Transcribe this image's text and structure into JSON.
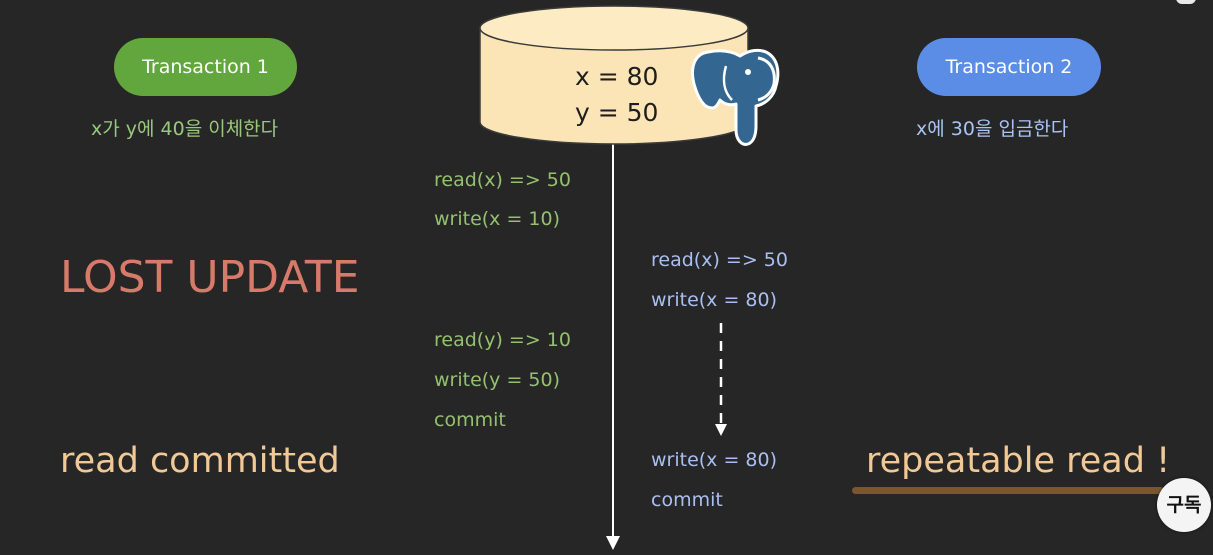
{
  "transaction1": {
    "label": "Transaction 1",
    "description": "x가 y에 40을 이체한다"
  },
  "transaction2": {
    "label": "Transaction 2",
    "description": "x에 30을 입금한다"
  },
  "database": {
    "x_line": "x = 80",
    "y_line": "y = 50",
    "logo_icon": "postgresql-elephant-icon"
  },
  "transaction1_ops": [
    "read(x) => 50",
    "write(x = 10)",
    "read(y) => 10",
    "write(y = 50)",
    "commit"
  ],
  "transaction2_ops": [
    "read(x) => 50",
    "write(x = 80)",
    "write(x = 80)",
    "commit"
  ],
  "labels": {
    "lost_update": "LOST UPDATE",
    "read_committed": "read committed",
    "repeatable_read": "repeatable read !"
  },
  "subscribe_badge": "구독",
  "colors": {
    "background": "#262626",
    "transaction1_green": "#62a73d",
    "transaction2_blue": "#5b8de6",
    "database_fill": "#fbe5b6",
    "lost_update_red": "#d77a6a",
    "isolation_label": "#f1c997"
  }
}
